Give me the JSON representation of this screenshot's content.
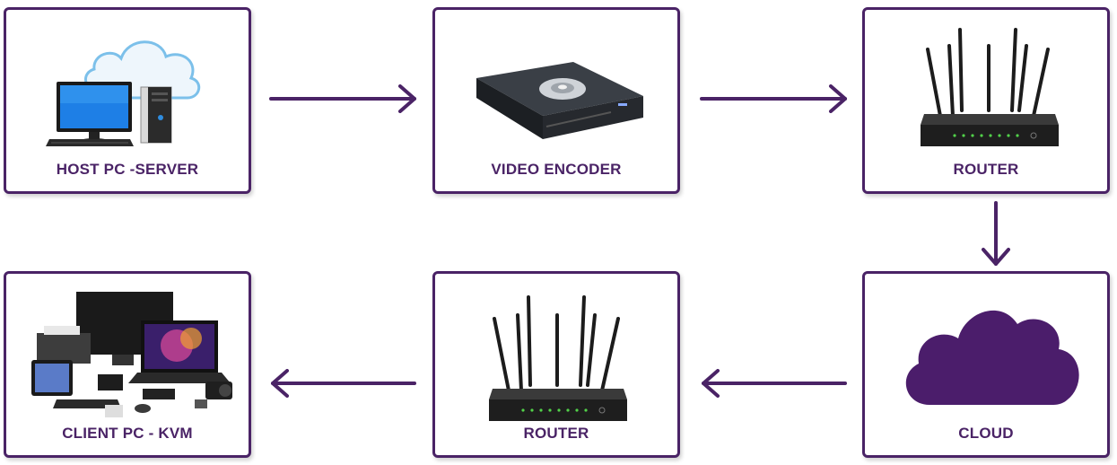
{
  "colors": {
    "accent": "#4a2366",
    "cloud": "#4b1d6b"
  },
  "nodes": {
    "host": {
      "label": "HOST PC -SERVER",
      "icon": "desktop-pc-cloud"
    },
    "encoder": {
      "label": "VIDEO ENCODER",
      "icon": "video-encoder-device"
    },
    "router1": {
      "label": "ROUTER",
      "icon": "router-antennas"
    },
    "cloud": {
      "label": "CLOUD",
      "icon": "cloud-shape"
    },
    "router2": {
      "label": "ROUTER",
      "icon": "router-antennas"
    },
    "client": {
      "label": "CLIENT PC - KVM",
      "icon": "client-devices-group"
    }
  }
}
